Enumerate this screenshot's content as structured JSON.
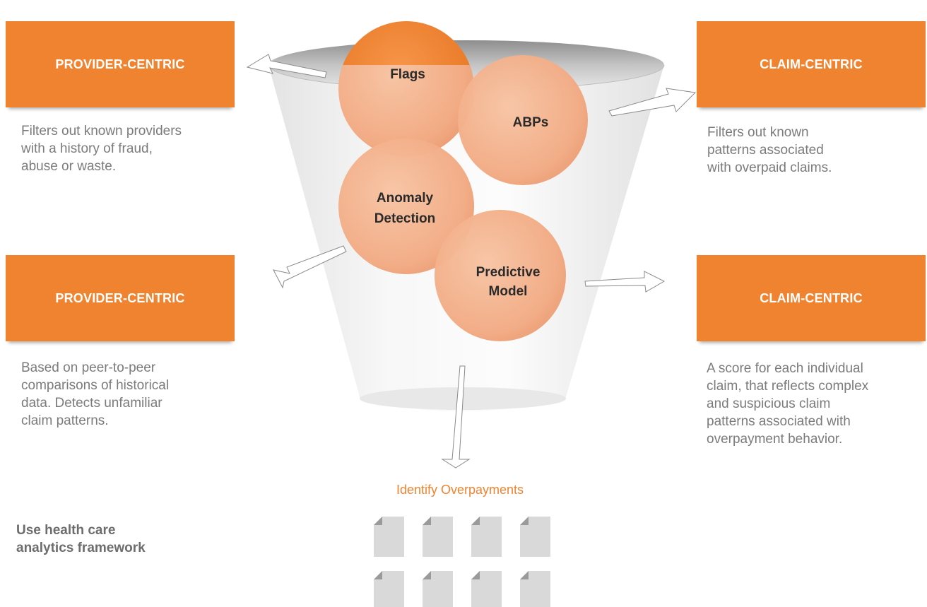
{
  "top_left": {
    "title": "PROVIDER-CENTRIC",
    "description": [
      "Filters out known providers",
      "with a history of fraud,",
      "abuse or waste."
    ]
  },
  "mid_left": {
    "title": "PROVIDER-CENTRIC",
    "description": [
      "Based on peer-to-peer",
      "comparisons of historical",
      "data. Detects unfamiliar",
      "claim patterns."
    ]
  },
  "top_right": {
    "title": "CLAIM-CENTRIC",
    "description": [
      "Filters out known",
      "patterns associated",
      "with overpaid claims."
    ]
  },
  "mid_right": {
    "title": "CLAIM-CENTRIC",
    "description": [
      "A score for each individual",
      "claim, that reflects complex",
      "and suspicious claim",
      "patterns associated with",
      "overpayment behavior."
    ]
  },
  "funnel": {
    "spheres": {
      "flags": [
        "Flags"
      ],
      "abps": [
        "ABPs"
      ],
      "anomaly": [
        "Anomaly",
        "Detection"
      ],
      "predictive": [
        "Predictive",
        "Model"
      ]
    },
    "output_label": "Identify Overpayments",
    "document_count": 8
  },
  "footer_note": [
    "Use health care",
    "analytics framework"
  ],
  "colors": {
    "accent": "#f08330",
    "sphere_light": "#f4b08b",
    "text_gray": "#7b7b7b"
  }
}
